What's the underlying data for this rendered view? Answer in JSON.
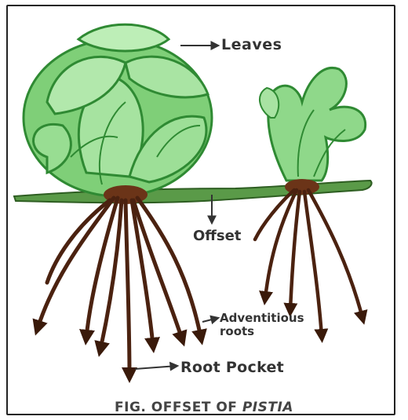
{
  "labels": {
    "leaves": "Leaves",
    "offset": "Offset",
    "adventitious_line1": "Adventitious",
    "adventitious_line2": "roots",
    "root_pocket": "Root Pocket"
  },
  "caption": {
    "prefix": "FIG. OFFSET OF",
    "species": "PISTIA"
  },
  "colors": {
    "leaf_fill": "#8fd88a",
    "leaf_dark": "#2f9a35",
    "stolon": "#4a8b3b",
    "root": "#4b2210",
    "label": "#333333"
  }
}
